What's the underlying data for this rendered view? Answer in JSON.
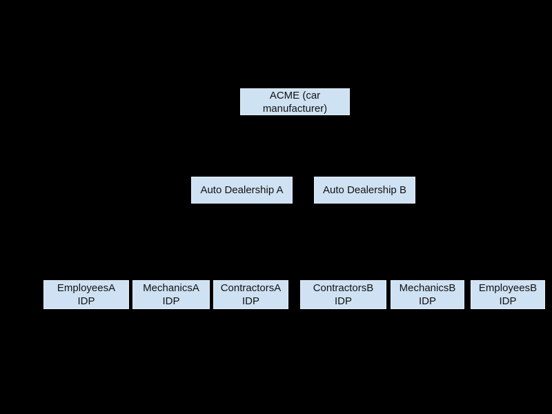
{
  "colors": {
    "background": "#000000",
    "node_fill": "#cfe2f3",
    "node_border": "#e4edf8",
    "node_text": "#111111"
  },
  "diagram": {
    "type": "hierarchy",
    "root": {
      "lines": [
        "ACME (car",
        "manufacturer)"
      ]
    },
    "dealerships": [
      {
        "lines": [
          "Auto Dealership A"
        ]
      },
      {
        "lines": [
          "Auto Dealership B"
        ]
      }
    ],
    "idps": [
      {
        "lines": [
          "EmployeesA",
          "IDP"
        ]
      },
      {
        "lines": [
          "MechanicsA",
          "IDP"
        ]
      },
      {
        "lines": [
          "ContractorsA",
          "IDP"
        ]
      },
      {
        "lines": [
          "ContractorsB",
          "IDP"
        ]
      },
      {
        "lines": [
          "MechanicsB",
          "IDP"
        ]
      },
      {
        "lines": [
          "EmployeesB",
          "IDP"
        ]
      }
    ]
  }
}
